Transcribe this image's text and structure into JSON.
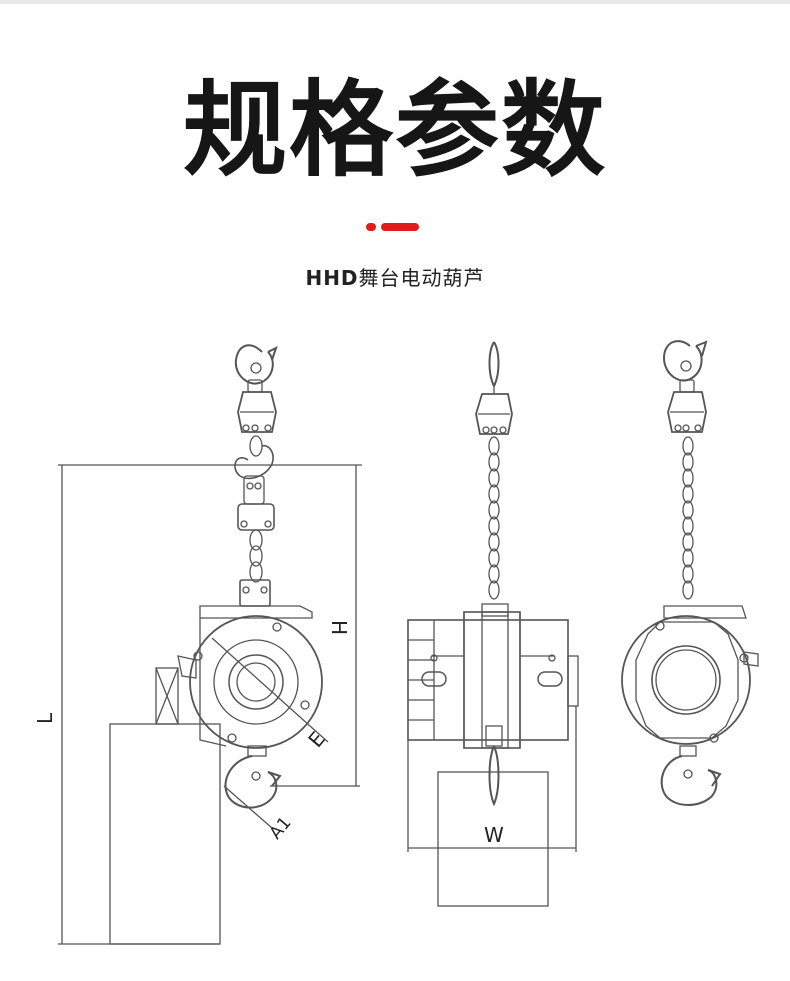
{
  "header": {
    "title": "规格参数",
    "subtitle_model": "HHD",
    "subtitle_name": "舞台电动葫芦"
  },
  "colors": {
    "accent": "#e21b1b",
    "line": "#555555",
    "text": "#161616"
  },
  "dimensions": {
    "L": "L",
    "H": "H",
    "E": "E",
    "A1": "A1",
    "W": "W"
  }
}
